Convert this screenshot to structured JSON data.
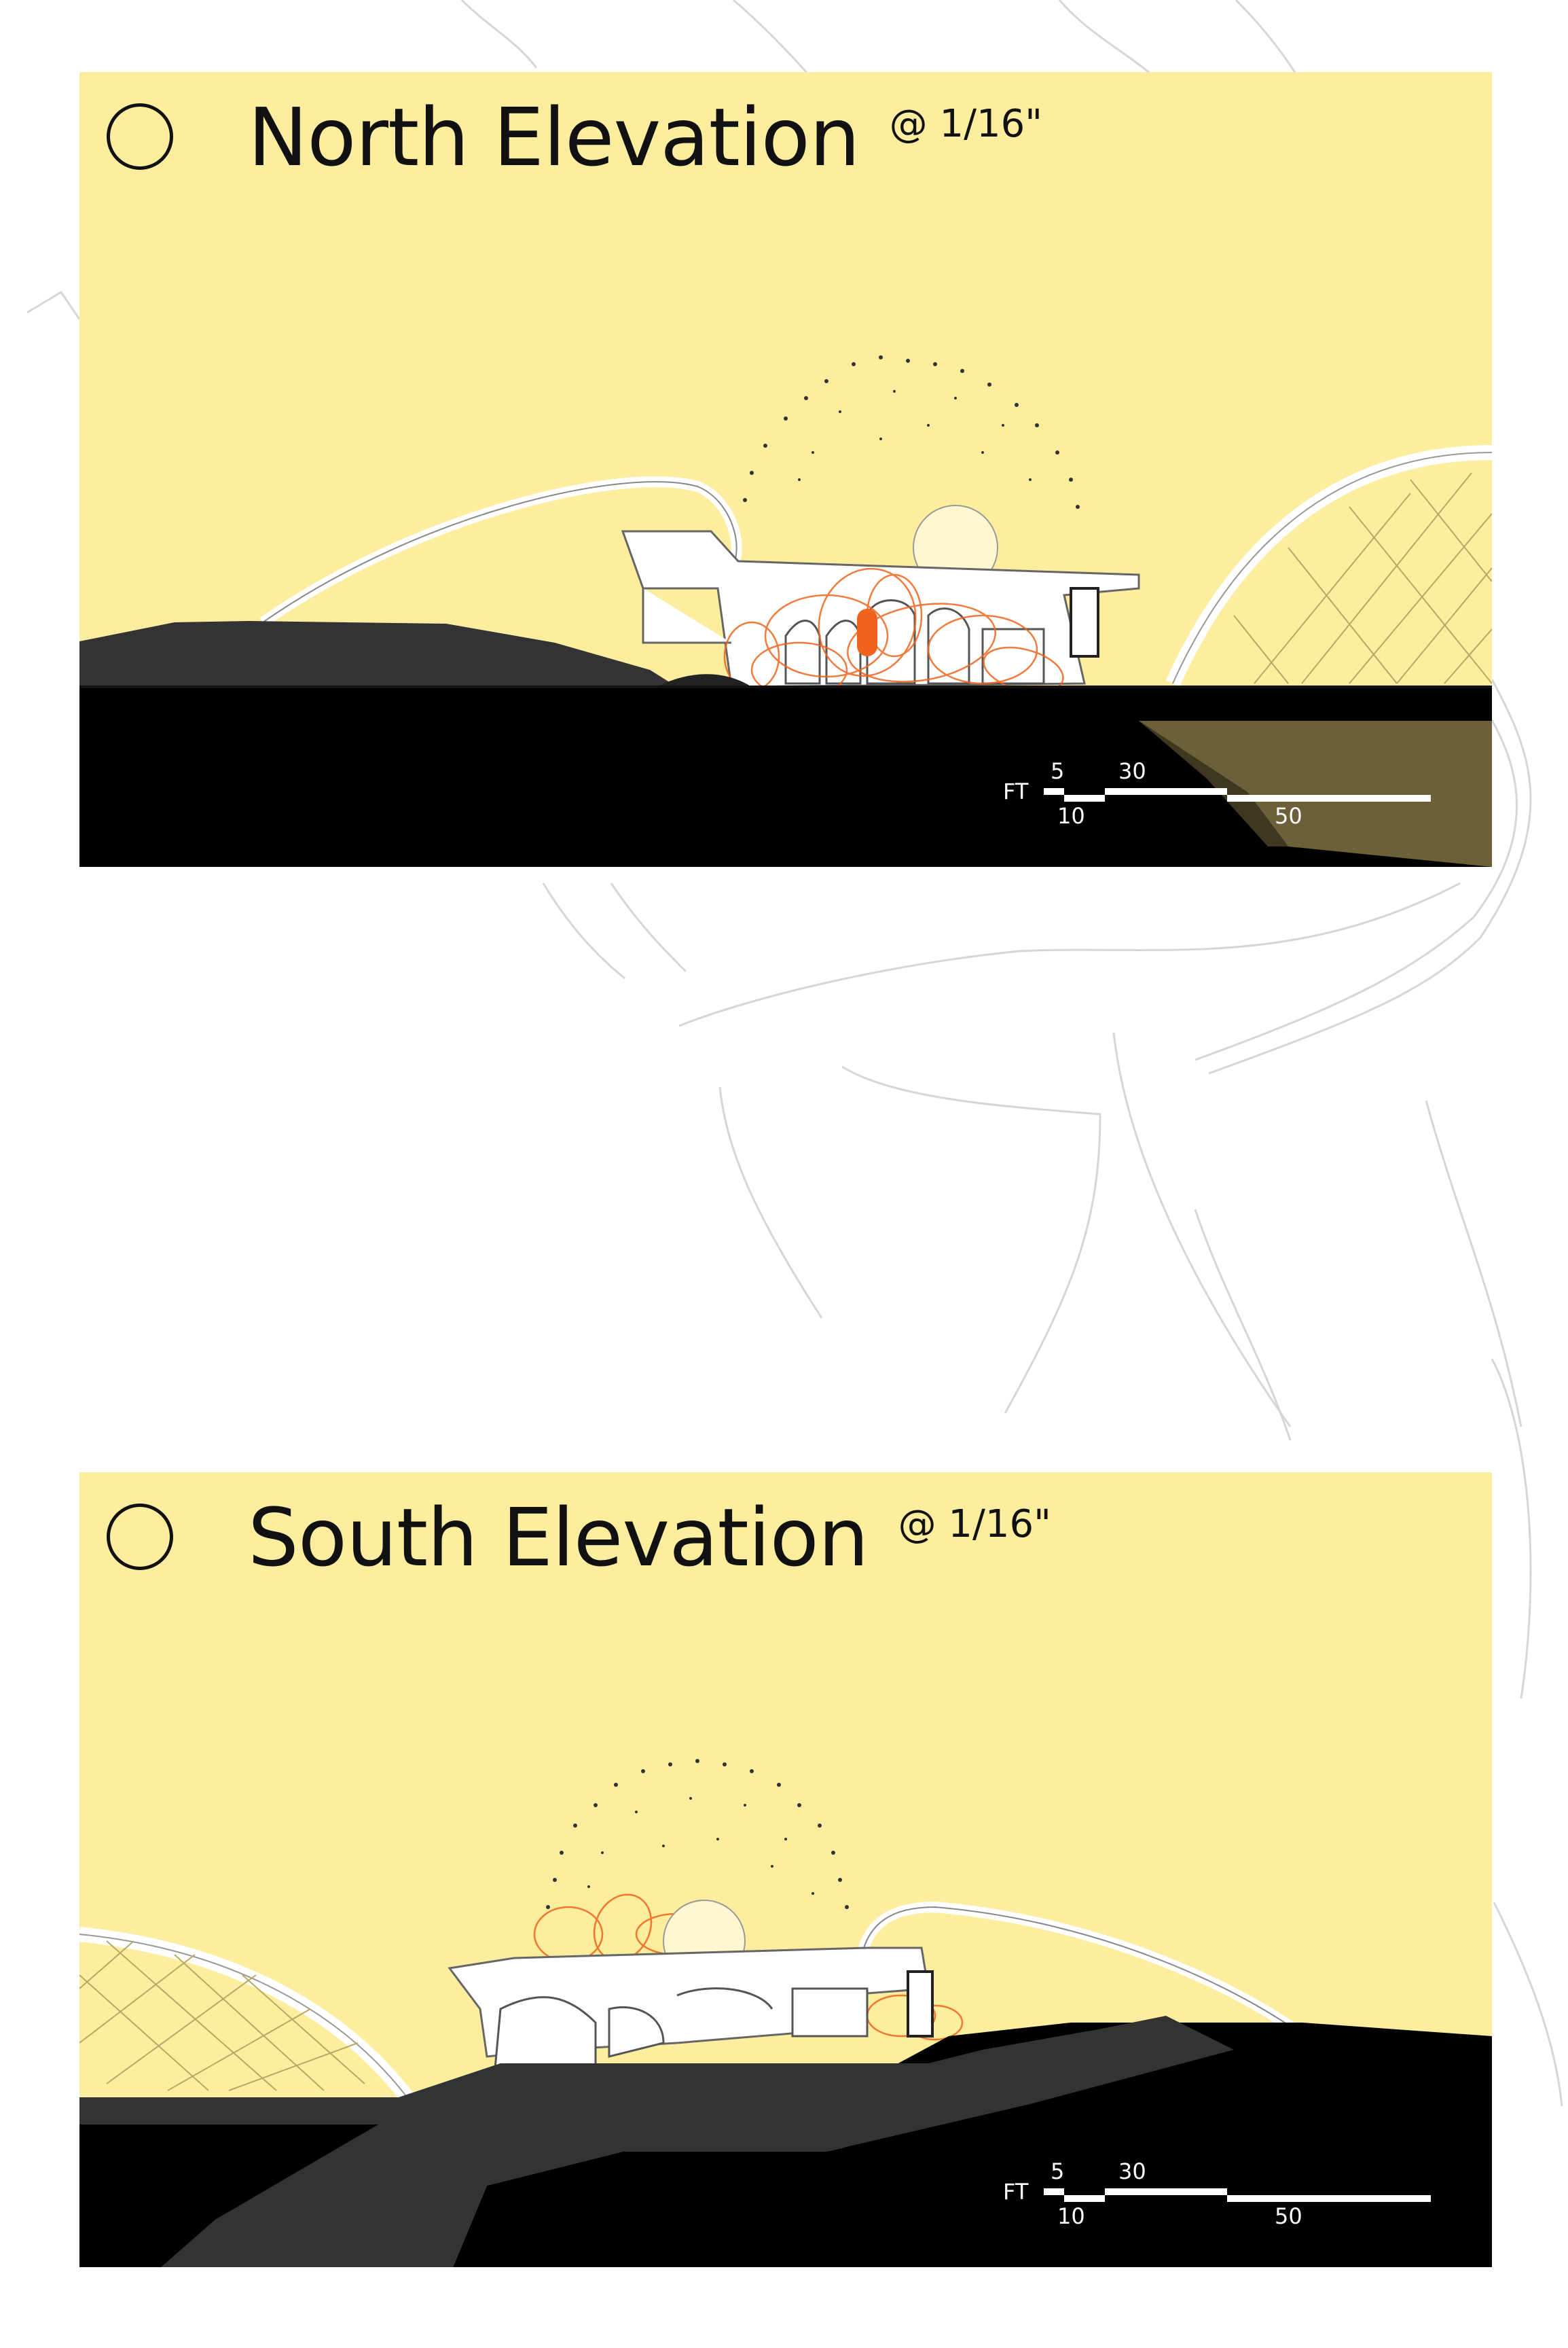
{
  "panels": [
    {
      "id": "north",
      "title": "North Elevation",
      "scale_note": "@ 1/16\"",
      "scalebar": {
        "unit": "FT",
        "labels_top": [
          "5",
          "30"
        ],
        "labels_bottom": [
          "10",
          "50"
        ]
      }
    },
    {
      "id": "south",
      "title": "South Elevation",
      "scale_note": "@ 1/16\"",
      "scalebar": {
        "unit": "FT",
        "labels_top": [
          "5",
          "30"
        ],
        "labels_bottom": [
          "10",
          "50"
        ]
      }
    }
  ],
  "colors": {
    "panel_background": "#fced9f",
    "ground_dark": "#000000",
    "terrain_gray": "#333333",
    "accent_orange": "#f0631c",
    "water_olive": "#6b6038",
    "lattice": "#b8a865"
  }
}
